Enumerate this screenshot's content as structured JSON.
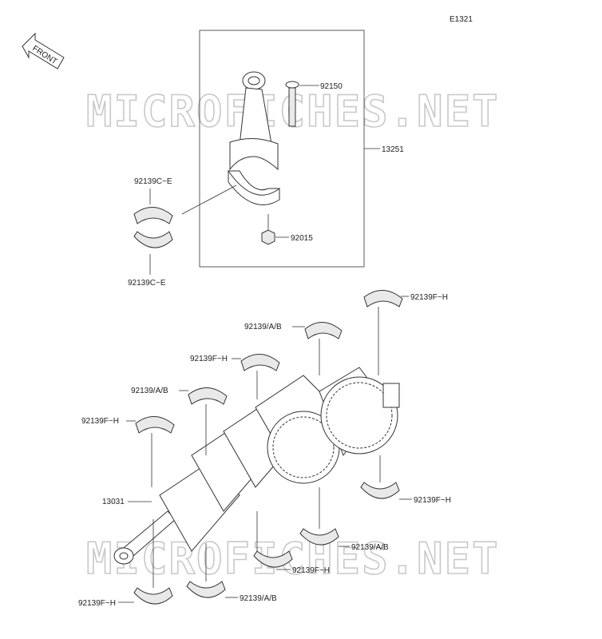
{
  "page_code": "E1321",
  "front_label": "FRONT",
  "watermark_text": "MICROFICHES.NET",
  "callouts": {
    "bolt": "92150",
    "conrod_assy": "13251",
    "nut": "92015",
    "conrod_bearing_top": "92139C~E",
    "conrod_bearing_bottom": "92139C~E",
    "crankshaft": "13031",
    "main_bearing_1": "92139F~H",
    "main_bearing_2": "92139/A/B",
    "main_bearing_3": "92139F~H",
    "main_bearing_4": "92139/A/B",
    "main_bearing_5": "92139F~H",
    "main_bearing_6": "92139F~H",
    "main_bearing_7": "92139/A/B",
    "main_bearing_8": "92139F~H",
    "main_bearing_9": "92139F~H",
    "main_bearing_10": "92139/A/B"
  },
  "colors": {
    "line": "#333333",
    "watermark": "#c9c9c9"
  }
}
